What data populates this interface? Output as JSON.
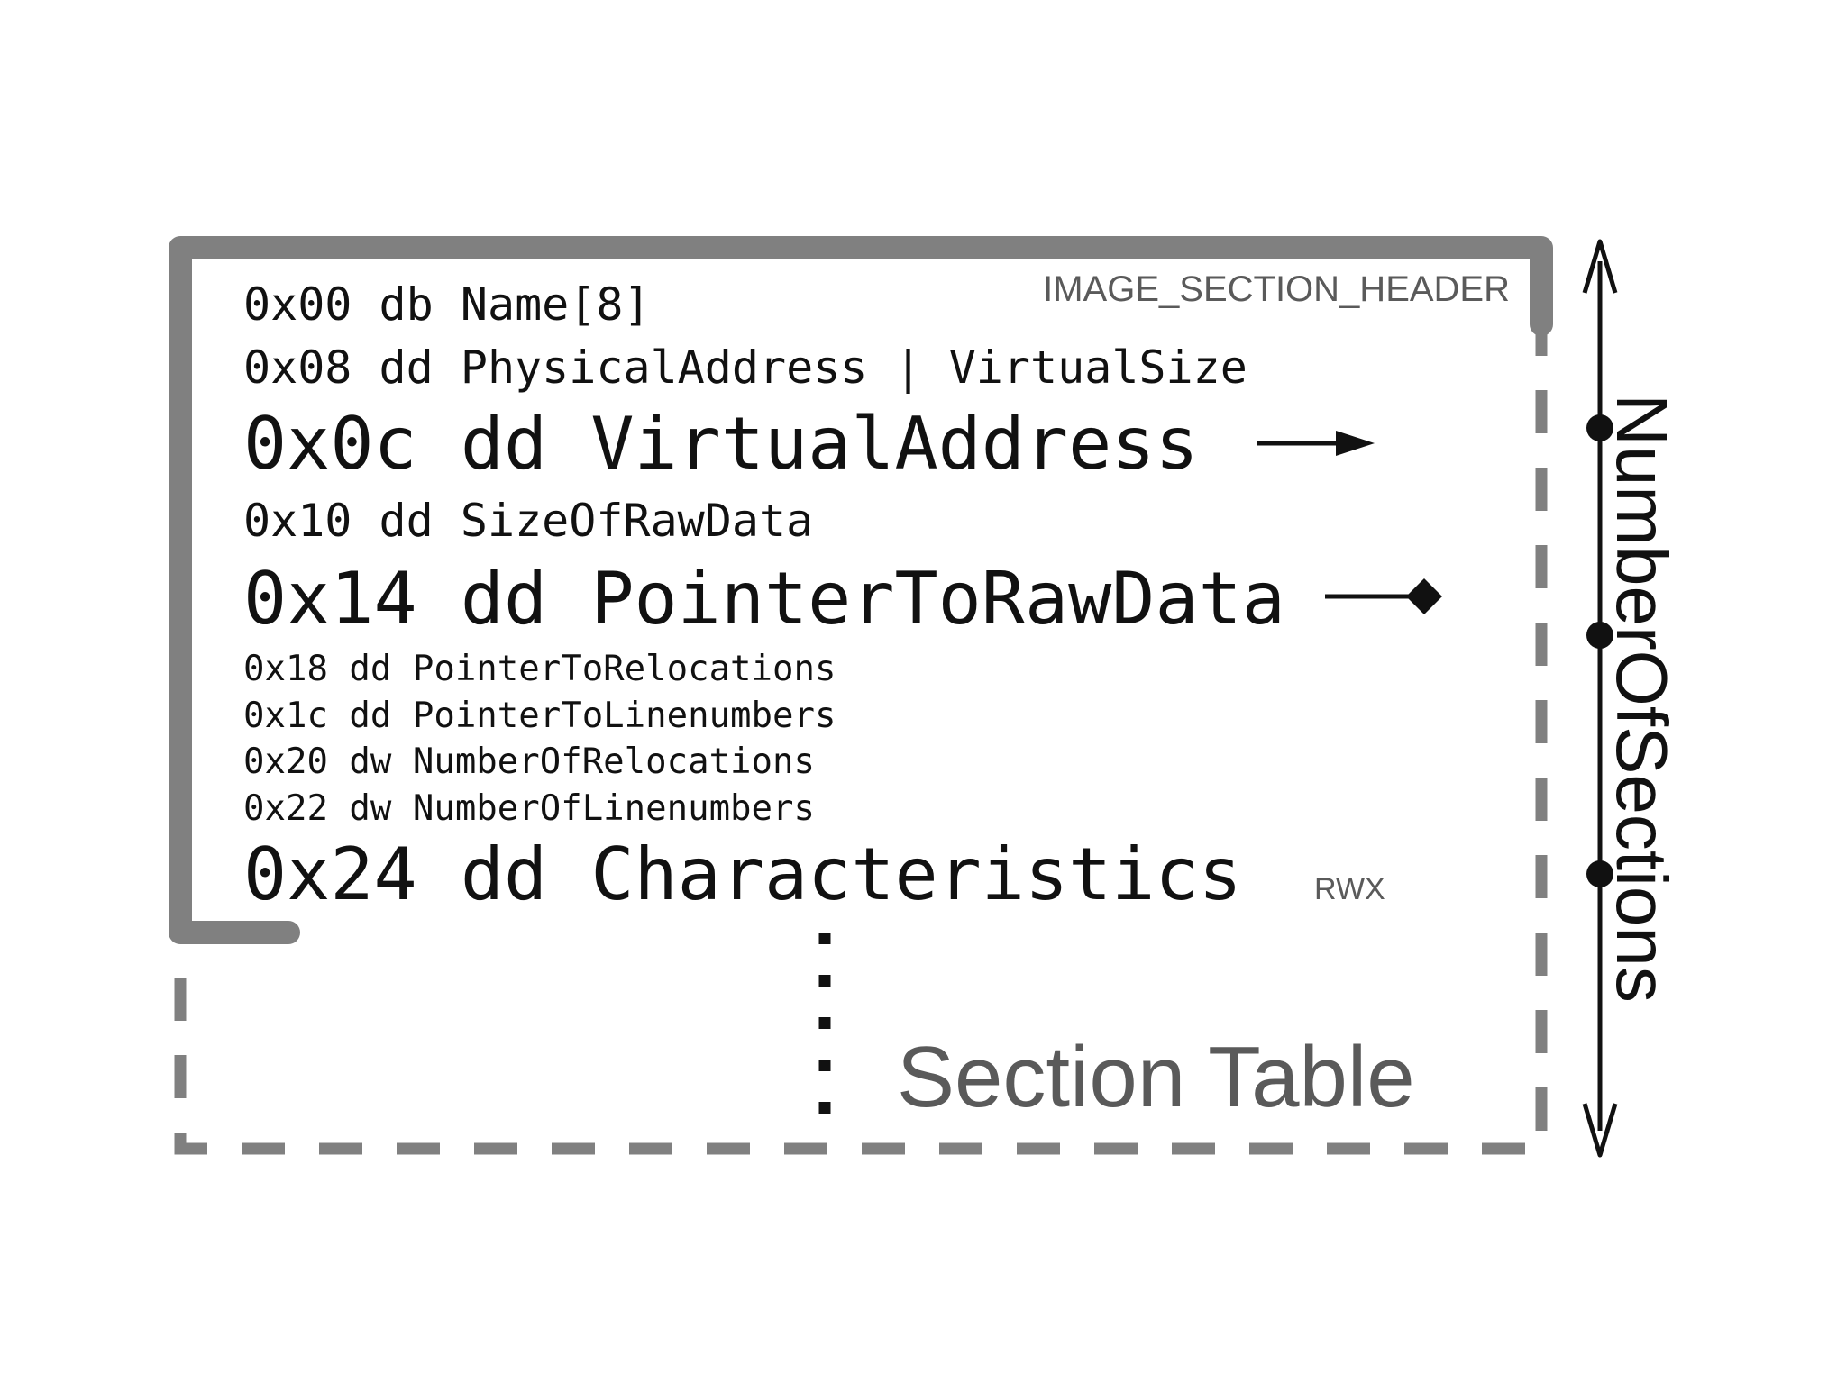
{
  "header_label": "IMAGE_SECTION_HEADER",
  "fields": [
    {
      "offset": "0x00",
      "type": "db",
      "name": "Name[8]"
    },
    {
      "offset": "0x08",
      "type": "dd",
      "name": "PhysicalAddress | VirtualSize"
    },
    {
      "offset": "0x0c",
      "type": "dd",
      "name": "VirtualAddress"
    },
    {
      "offset": "0x10",
      "type": "dd",
      "name": "SizeOfRawData"
    },
    {
      "offset": "0x14",
      "type": "dd",
      "name": "PointerToRawData"
    },
    {
      "offset": "0x18",
      "type": "dd",
      "name": "PointerToRelocations"
    },
    {
      "offset": "0x1c",
      "type": "dd",
      "name": "PointerToLinenumbers"
    },
    {
      "offset": "0x20",
      "type": "dw",
      "name": "NumberOfRelocations"
    },
    {
      "offset": "0x22",
      "type": "dw",
      "name": "NumberOfLinenumbers"
    },
    {
      "offset": "0x24",
      "type": "dd",
      "name": "Characteristics"
    }
  ],
  "characteristics_note": "RWX",
  "table_label": "Section Table",
  "count_label": "NumberOfSections",
  "colors": {
    "frame": "#808080",
    "text": "#111111",
    "label": "#5a5a5a"
  }
}
